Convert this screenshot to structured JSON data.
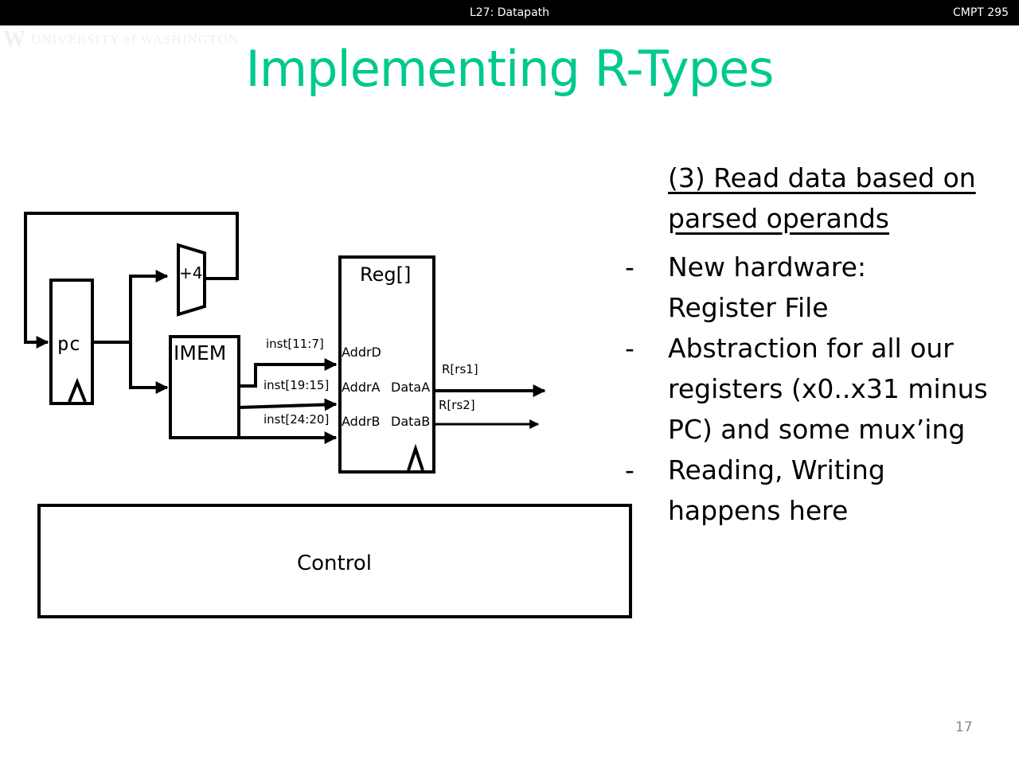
{
  "header": {
    "lecture": "L27: Datapath",
    "course": "CMPT 295"
  },
  "logo": {
    "mark": "W",
    "text": "UNIVERSITY of WASHINGTON"
  },
  "slide": {
    "title": "Implementing R-Types",
    "title_color": "#00c98e",
    "page_number": "17"
  },
  "diagram": {
    "pc_label": "pc",
    "adder_label": "+4",
    "imem_label": "IMEM",
    "regfile_label": "Reg[]",
    "control_label": "Control",
    "ports": {
      "addr_d": "AddrD",
      "addr_a": "AddrA",
      "addr_b": "AddrB",
      "data_a": "DataA",
      "data_b": "DataB"
    },
    "wires": {
      "inst_rd": "inst[11:7]",
      "inst_rs1": "inst[19:15]",
      "inst_rs2": "inst[24:20]",
      "out_rs1": "R[rs1]",
      "out_rs2": "R[rs2]"
    }
  },
  "bullets": {
    "heading_line1": "(3) Read data based on",
    "heading_line2": "parsed operands",
    "dash": "-",
    "items": [
      {
        "lines": [
          "New hardware:",
          "Register File"
        ]
      },
      {
        "lines": [
          "Abstraction for all our",
          "registers (x0..x31 minus",
          "PC) and some mux’ing"
        ]
      },
      {
        "lines": [
          "Reading, Writing",
          "happens here"
        ]
      }
    ]
  }
}
